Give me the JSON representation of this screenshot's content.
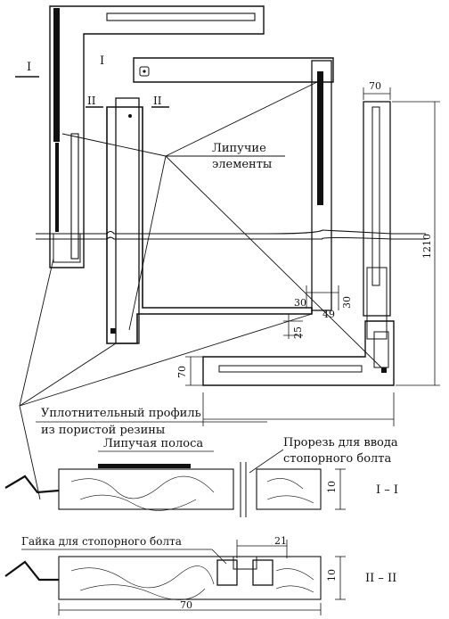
{
  "section_marks": {
    "section_1_outer": "I",
    "section_1_inner": "I",
    "section_2_left": "II",
    "section_2_right": "II"
  },
  "labels": {
    "sticky_elements_line1": "Липучие",
    "sticky_elements_line2": "элементы",
    "seal_profile_line1": "Уплотнительный профиль",
    "seal_profile_line2": "из пористой резины",
    "sticky_strip": "Липучая полоса",
    "slot_line1": "Прорезь для ввода",
    "slot_line2": "стопорного болта",
    "nut": "Гайка для стопорного болта"
  },
  "dimensions": {
    "top_width": "70",
    "height": "1210",
    "corner_30_a": "30",
    "corner_30_b": "30",
    "corner_49": "49",
    "corner_25": "25",
    "bottom_70": "70",
    "section1_thickness": "10",
    "section2_thickness": "10",
    "section2_slot": "21",
    "section2_width": "70"
  },
  "section_titles": {
    "section_1": "I – I",
    "section_2": "II – II"
  }
}
